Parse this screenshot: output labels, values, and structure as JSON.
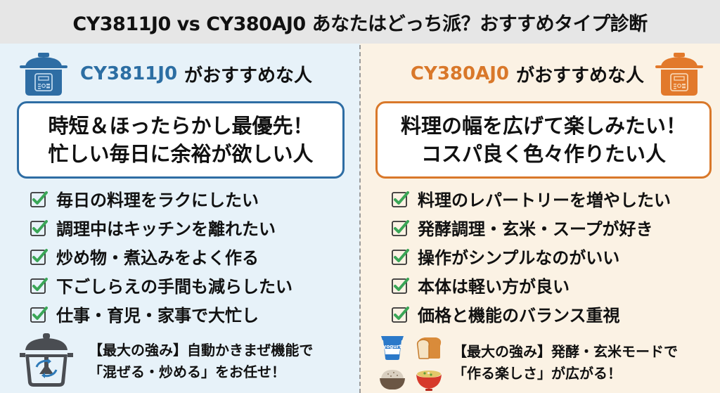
{
  "title": "CY3811J0 vs CY380AJ0 あなたはどっち派？おすすめタイプ診断",
  "colors": {
    "left_accent": "#2e6da4",
    "right_accent": "#d9782a",
    "left_bg": "#e7f2f9",
    "right_bg": "#fbf2e4",
    "check_green": "#3aa657"
  },
  "left": {
    "icon": "pressure-cooker-icon",
    "model": "CY3811J0",
    "header_suffix": "がおすすめな人",
    "headline": [
      "時短＆ほったらかし最優先！",
      "忙しい毎日に余裕が欲しい人"
    ],
    "checklist": [
      "毎日の料理をラクにしたい",
      "調理中はキッチンを離れたい",
      "炒め物・煮込みをよく作る",
      "下ごしらえの手間も減らしたい",
      "仕事・育児・家事で大忙し"
    ],
    "strength": {
      "icon": "stirring-pot-icon",
      "lines": [
        "【最大の強み】自動かきまぜ機能で",
        "「混ぜる・炒める」をお任せ！"
      ]
    }
  },
  "right": {
    "icon": "pressure-cooker-icon",
    "model": "CY380AJ0",
    "header_suffix": "がおすすめな人",
    "headline": [
      "料理の幅を広げて楽しみたい！",
      "コスパ良く色々作りたい人"
    ],
    "checklist": [
      "料理のレパートリーを増やしたい",
      "発酵調理・玄米・スープが好き",
      "操作がシンプルなのがいい",
      "本体は軽い方が良い",
      "価格と機能のバランス重視"
    ],
    "strength": {
      "icons": [
        "yogurt-icon",
        "bread-icon",
        "brown-rice-bowl-icon",
        "soup-bowl-icon"
      ],
      "yogurt_label": "yogurt",
      "lines": [
        "【最大の強み】発酵・玄米モードで",
        "「作る楽しさ」が広がる！"
      ]
    }
  }
}
